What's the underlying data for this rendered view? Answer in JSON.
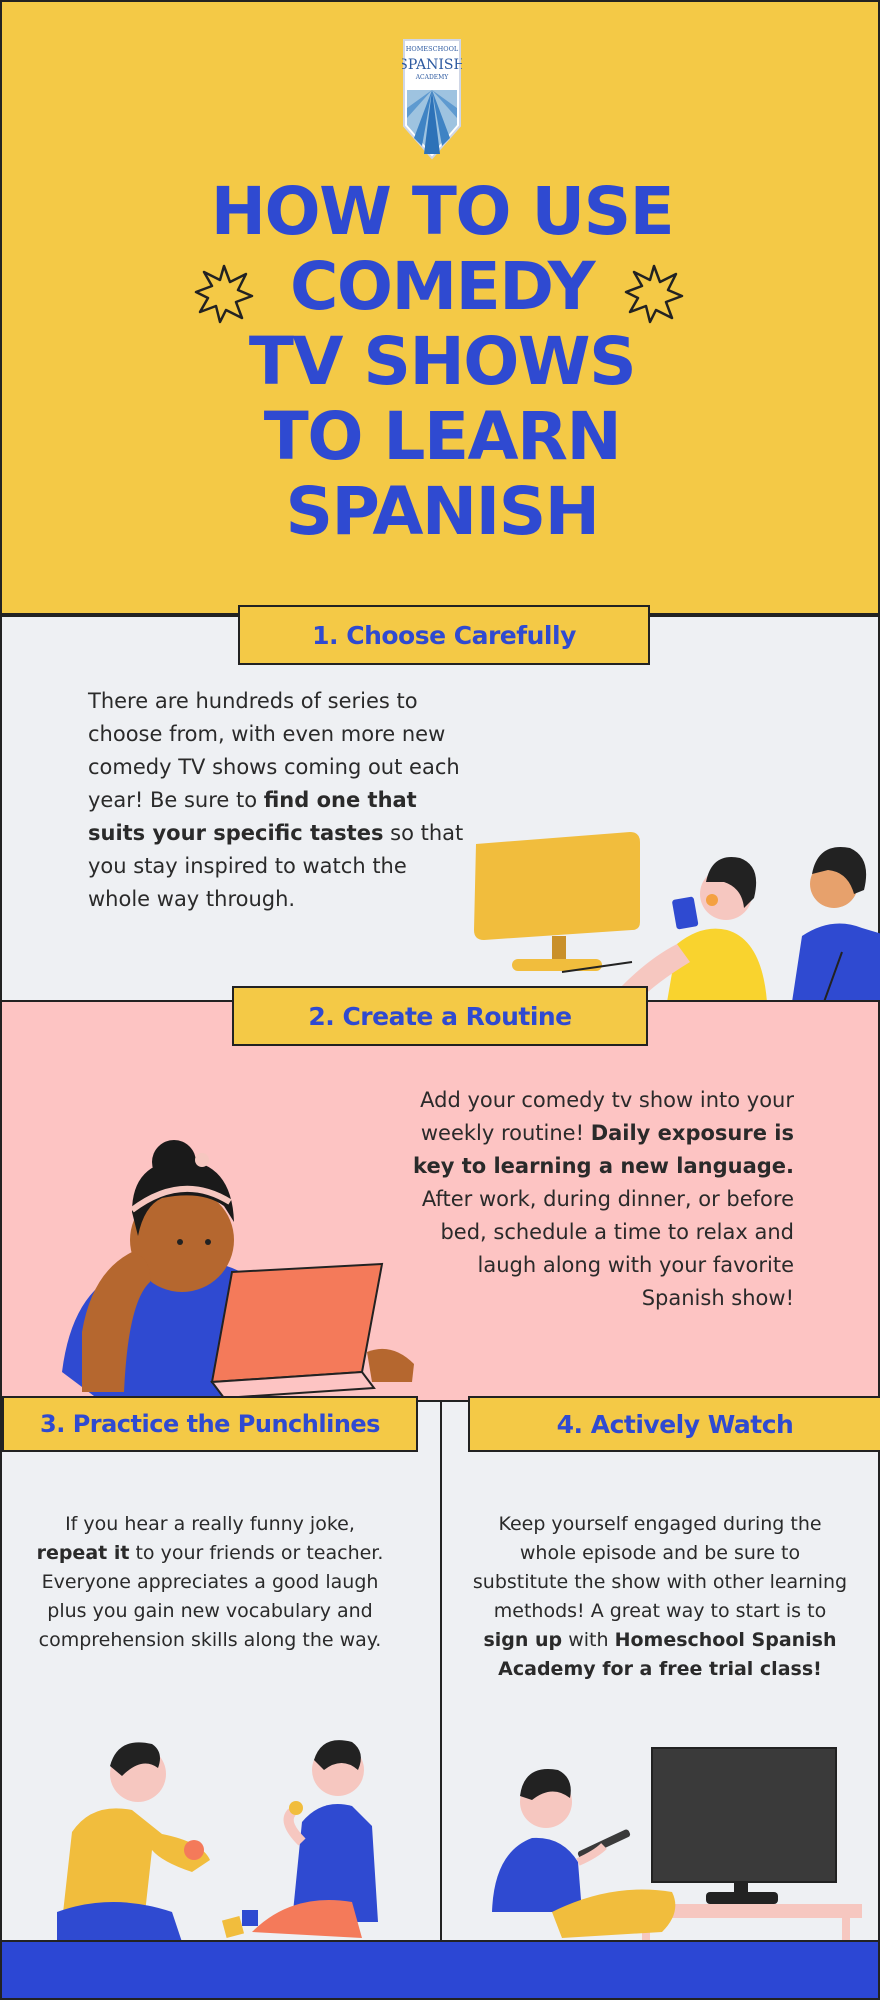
{
  "logo": {
    "line1": "HOMESCHOOL",
    "line2": "SPANISH",
    "line3": "ACADEMY"
  },
  "title": {
    "lines": [
      "HOW TO USE",
      "COMEDY",
      "TV SHOWS",
      "TO LEARN",
      "SPANISH"
    ]
  },
  "sections": [
    {
      "label": "1. Choose Carefully",
      "text": [
        {
          "t": "There are hundreds of series to choose from, with even more new comedy TV shows coming out each year! Be sure to ",
          "b": false
        },
        {
          "t": "find one that suits your specific tastes",
          "b": true
        },
        {
          "t": " so that you stay inspired to watch the whole way through.",
          "b": false
        }
      ]
    },
    {
      "label": "2. Create a Routine",
      "text": [
        {
          "t": "Add your comedy tv show into your weekly routine! ",
          "b": false
        },
        {
          "t": "Daily exposure is key to learning a new language.",
          "b": true
        },
        {
          "t": " After work, during dinner, or before bed, schedule a time to relax and laugh along with your favorite Spanish show!",
          "b": false
        }
      ]
    },
    {
      "label": "3. Practice the Punchlines",
      "text": [
        {
          "t": "If you hear a really funny joke, ",
          "b": false
        },
        {
          "t": "repeat it",
          "b": true
        },
        {
          "t": " to your friends or teacher. Everyone appreciates a good laugh plus you gain new vocabulary and comprehension skills along the way.",
          "b": false
        }
      ]
    },
    {
      "label": "4. Actively Watch",
      "text": [
        {
          "t": "Keep yourself engaged during the whole episode and be sure to substitute the show with other learning methods! A great way to start is to ",
          "b": false
        },
        {
          "t": "sign up",
          "b": true
        },
        {
          "t": " with ",
          "b": false
        },
        {
          "t": "Homeschool Spanish Academy for a free trial class!",
          "b": true
        }
      ]
    }
  ],
  "colors": {
    "yellow": "#f4c946",
    "blue": "#2f4ad1",
    "pink": "#fdc4c3",
    "grey": "#eef0f3",
    "orange": "#f47a5a"
  }
}
